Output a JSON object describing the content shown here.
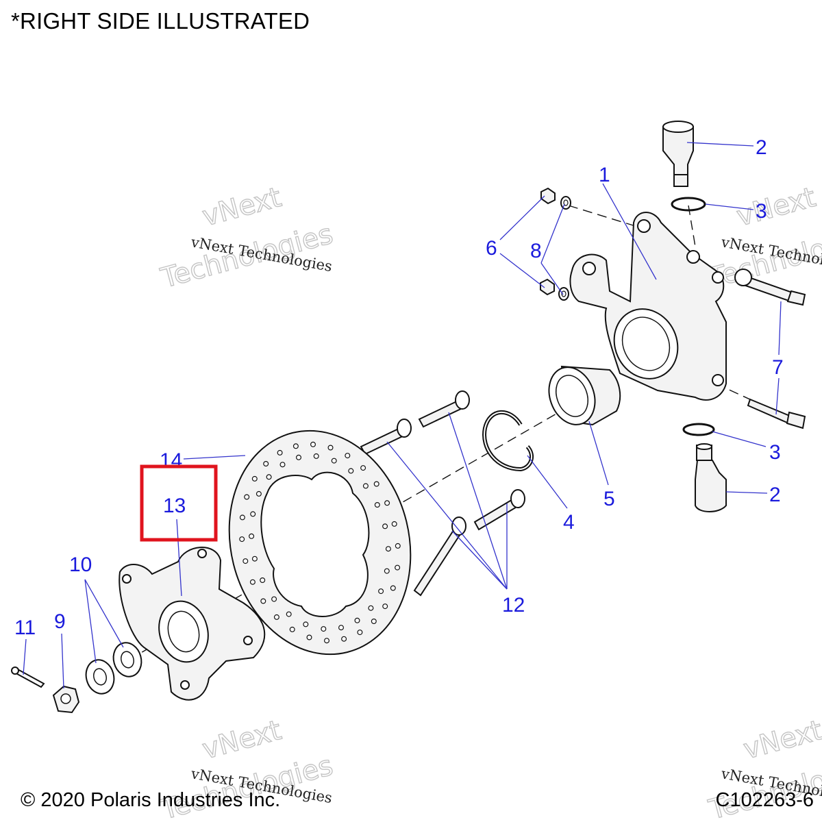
{
  "header_note": "*RIGHT SIDE ILLUSTRATED",
  "footer": {
    "copyright": "© 2020 Polaris Industries Inc.",
    "drawing_number": "C102263-6"
  },
  "watermark": {
    "line1": "vNext Technologies",
    "line2": "vNext",
    "line3": "Technologies"
  },
  "callouts": {
    "c1": "1",
    "c2_top": "2",
    "c2_bottom": "2",
    "c3_top": "3",
    "c3_bottom": "3",
    "c4": "4",
    "c5": "5",
    "c6": "6",
    "c7": "7",
    "c8": "8",
    "c9": "9",
    "c10": "10",
    "c11": "11",
    "c12": "12",
    "c13": "13",
    "c14": "14"
  },
  "colors": {
    "callout": "#1a1adc",
    "highlight": "#e0141e"
  }
}
